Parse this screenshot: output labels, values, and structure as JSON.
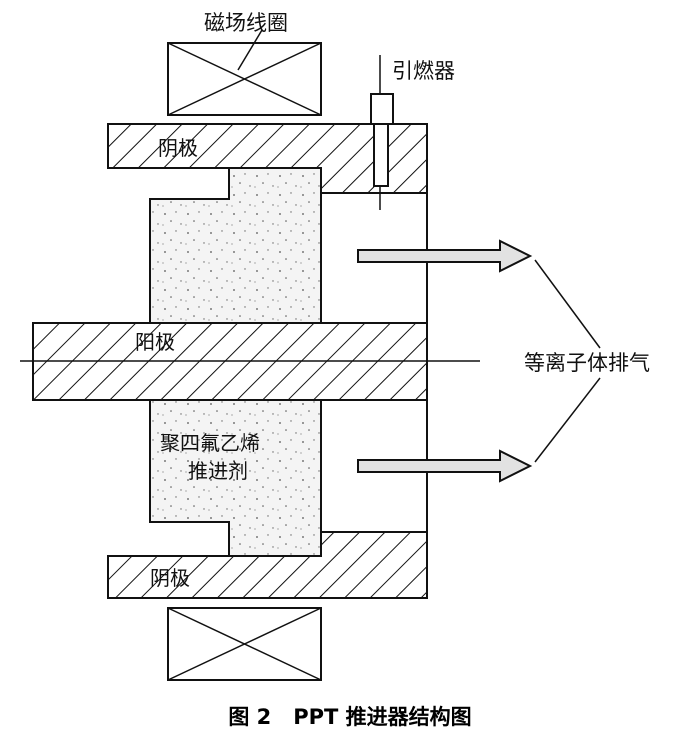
{
  "labels": {
    "magnetic_coil": "磁场线圈",
    "igniter": "引燃器",
    "cathode_top": "阴极",
    "anode": "阳极",
    "cathode_bottom": "阴极",
    "propellant_line1": "聚四氟乙烯",
    "propellant_line2": "推进剂",
    "plasma_exhaust": "等离子体排气"
  },
  "caption": "图 2   PPT 推进器结构图",
  "colors": {
    "ink": "#111111",
    "propellant_fill": "#f1f1f1",
    "arrow_fill": "#e2e2e2"
  }
}
